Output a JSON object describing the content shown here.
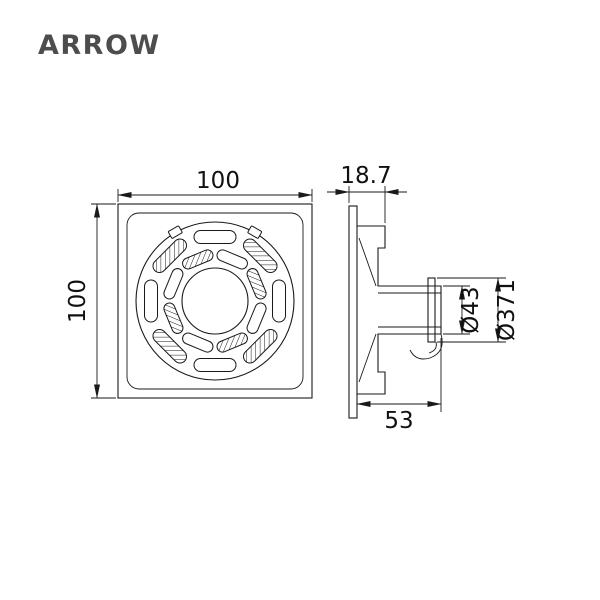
{
  "logo": {
    "text": "ARROW",
    "color": "#4d4d4d"
  },
  "drawing": {
    "line_color": "#1a1a1a",
    "background": "#ffffff",
    "front_view": {
      "width_dim": "100",
      "height_dim": "100"
    },
    "side_view": {
      "flange_depth_dim": "18.7",
      "body_length_dim": "53",
      "outlet_diameter_dim": "Ø43",
      "diameter_dim_2": "Ø371"
    }
  }
}
